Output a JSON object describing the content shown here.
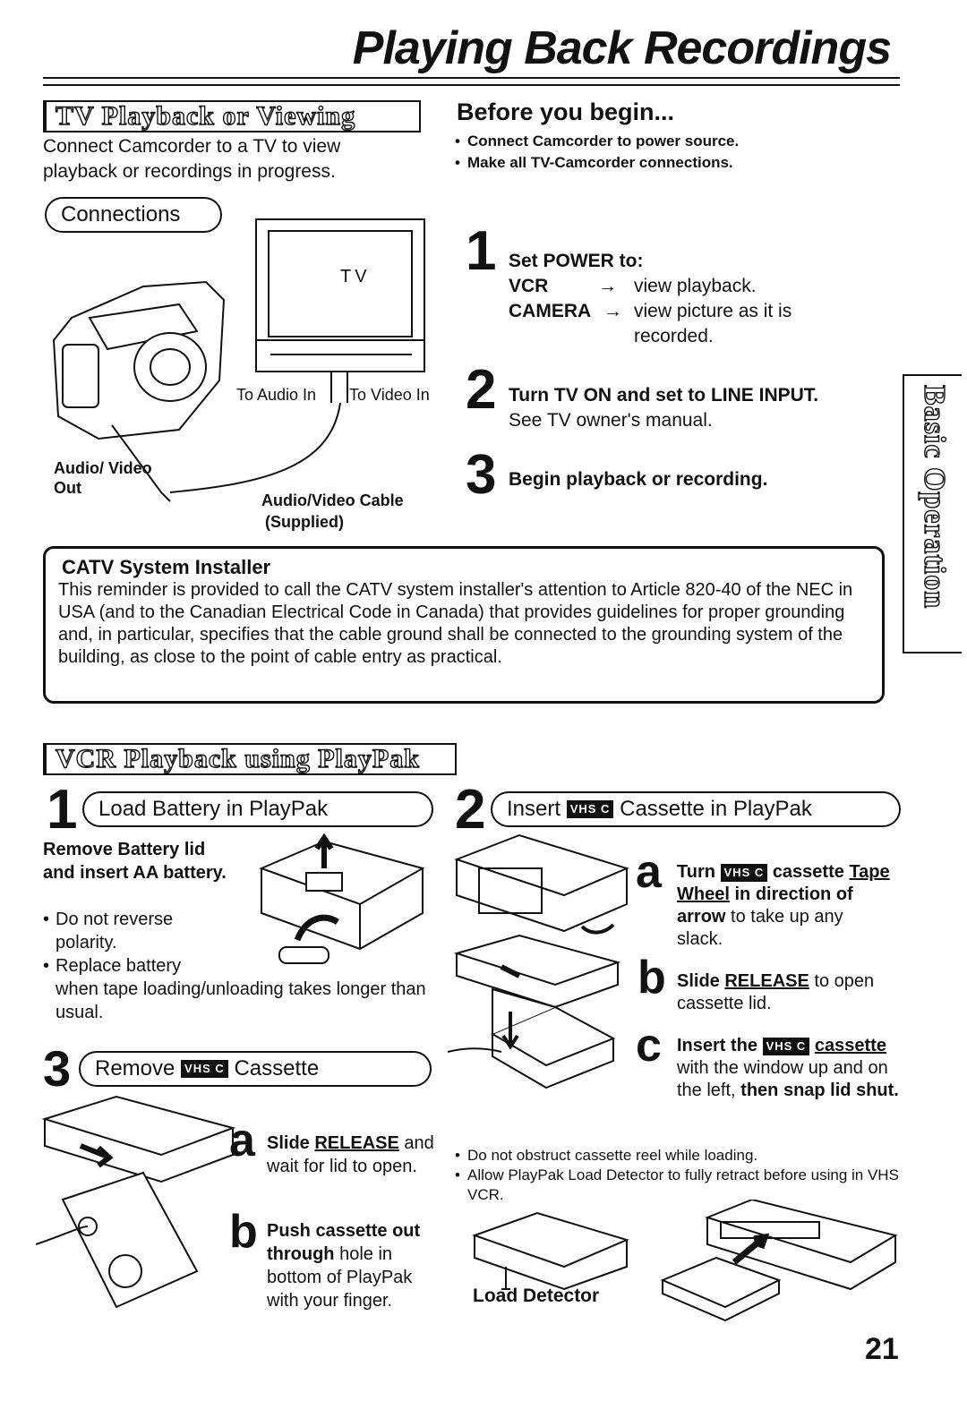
{
  "page_title": "Playing Back Recordings",
  "tv_section": {
    "heading": "TV Playback or Viewing",
    "intro": "Connect Camcorder to a TV to view playback or recordings in progress.",
    "connections_label": "Connections",
    "diagram": {
      "tv_label": "TV",
      "to_audio_in": "To Audio In",
      "to_video_in": "To Video In",
      "audio_video_out": "Audio/ Video Out",
      "cable_label": "Audio/Video Cable",
      "cable_note": "(Supplied)"
    }
  },
  "before": {
    "heading": "Before you begin...",
    "items": [
      "Connect Camcorder to power source.",
      "Make all TV-Camcorder connections."
    ]
  },
  "steps": [
    {
      "num": "1",
      "title": "Set POWER to:",
      "rows": [
        {
          "mode": "VCR",
          "arrow": "→",
          "desc": "view playback."
        },
        {
          "mode": "CAMERA",
          "arrow": "→",
          "desc": "view picture as it is recorded."
        }
      ]
    },
    {
      "num": "2",
      "title": "Turn TV ON and set to LINE INPUT.",
      "sub": "See TV owner's manual."
    },
    {
      "num": "3",
      "title": "Begin playback or recording."
    }
  ],
  "side_tab": "Basic Operation",
  "catv": {
    "heading": "CATV System Installer",
    "body": "This reminder is provided to call the CATV system installer's attention to Article 820-40 of the NEC in USA (and to the Canadian Electrical Code in Canada) that provides guidelines for proper grounding and, in particular, specifies that the cable ground shall be connected to the grounding system of the building, as close to the point of cable entry as practical."
  },
  "vcr_section": {
    "heading": "VCR Playback using PlayPak",
    "vhs_badge": "VHS C",
    "step1": {
      "num": "1",
      "label": "Load Battery in PlayPak",
      "lead": "Remove Battery lid and insert AA battery.",
      "bullets": [
        "Do not reverse polarity.",
        "Replace battery"
      ],
      "trail": "when tape loading/unloading takes longer than usual."
    },
    "step2": {
      "num": "2",
      "label_pre": "Insert",
      "label_post": "Cassette in PlayPak",
      "a": {
        "letter": "a",
        "pre": "Turn",
        "post": "cassette",
        "u": "Tape Wheel",
        "mid": "in",
        "bold2": "direction of arrow",
        "rest": "to take up any slack."
      },
      "b": {
        "letter": "b",
        "pre": "Slide",
        "u": "RELEASE",
        "rest": "to open cassette lid."
      },
      "c": {
        "letter": "c",
        "pre": "Insert the",
        "u": "cassette",
        "rest": "with the window up and on the left,",
        "bold2": "then snap lid shut."
      },
      "notes": [
        "Do not obstruct cassette reel while loading.",
        "Allow PlayPak Load Detector to fully retract before using in VHS VCR."
      ],
      "load_detector": "Load Detector"
    },
    "step3": {
      "num": "3",
      "label_pre": "Remove",
      "label_post": "Cassette",
      "a": {
        "letter": "a",
        "pre": "Slide",
        "u": "RELEASE",
        "rest": "and wait for lid to open."
      },
      "b": {
        "letter": "b",
        "bold": "Push cassette out through",
        "rest": "hole in bottom of PlayPak with your finger."
      }
    }
  },
  "page_number": "21"
}
